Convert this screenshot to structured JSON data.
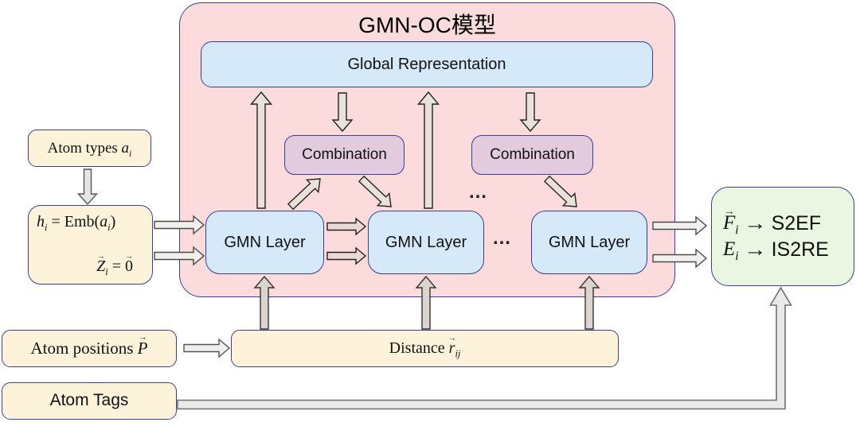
{
  "diagram": {
    "title": "GMN-OC模型",
    "global_box_label": "Global Representation",
    "combination1_label": "Combination",
    "combination2_label": "Combination",
    "gmn_layer1_label": "GMN Layer",
    "gmn_layer2_label": "GMN Layer",
    "gmn_layer3_label": "GMN Layer",
    "ellipsis_top": "…",
    "ellipsis_mid": "…",
    "atom_types_label": "Atom types it(a)_{it(i)}",
    "embed_line1": "it(h)_{it(i)} = Emb(it(a)_{it(i)})",
    "embed_line2": "vec(it(Z))_{it(i)} = vec(0)",
    "atom_positions_label": "Atom positions vec(it(P))",
    "atom_tags_label": "Atom Tags",
    "distance_label": "Distance vec(it(r))_{it(ij)}",
    "outputs": {
      "arrow": "→",
      "lines": [
        {
          "lhs": "vec(it(F))_{it(i)}",
          "rhs": "S2EF"
        },
        {
          "lhs": "it(E)_{it(i)}",
          "rhs": "IS2RE"
        }
      ]
    }
  },
  "colors": {
    "border": "#3a3f94",
    "pink": "#fbdbdb",
    "blue": "#d6e9f9",
    "mauve": "#e2cbdc",
    "cream": "#fdf3da",
    "green": "#eaf6e2"
  }
}
